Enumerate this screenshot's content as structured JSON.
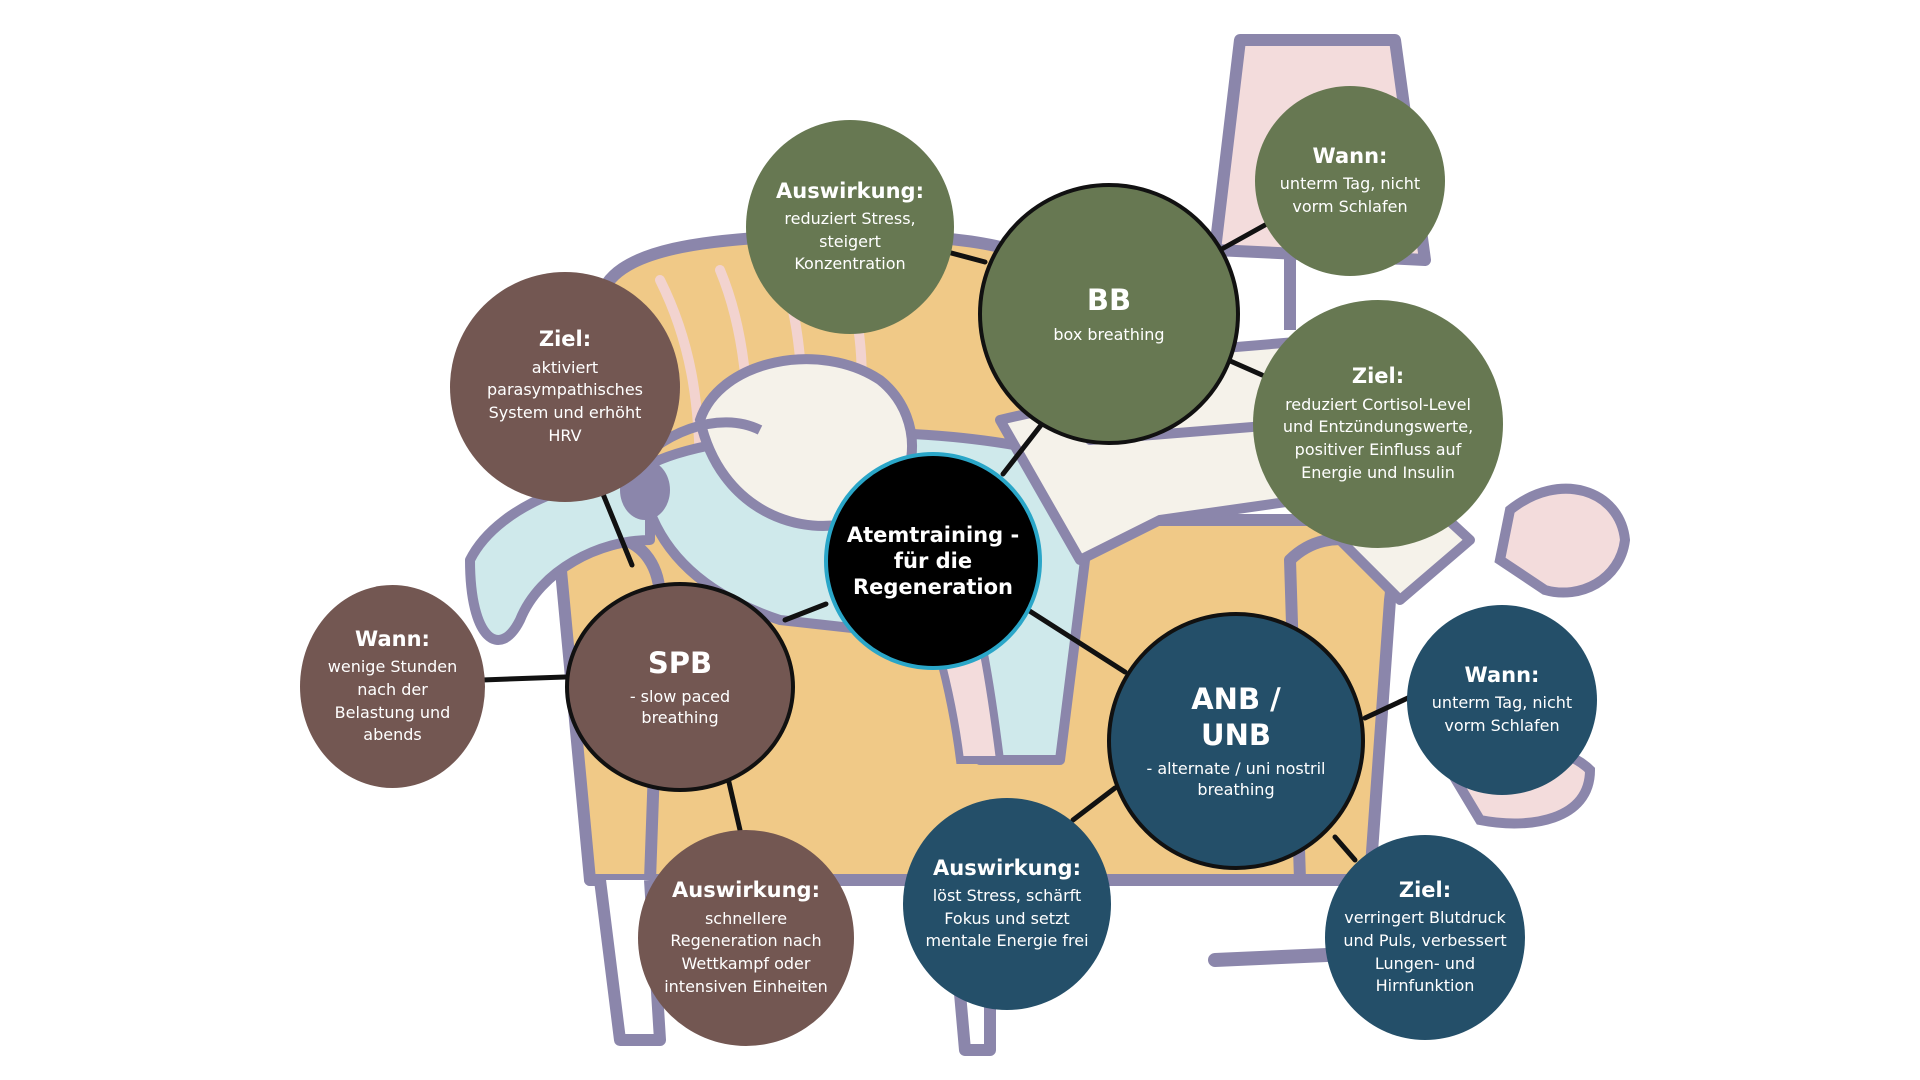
{
  "colors": {
    "green": "#677852",
    "brown": "#735752",
    "blue": "#244f69",
    "center": "#000000",
    "center_ring": "#2aa6c8",
    "connector": "#111111"
  },
  "center": {
    "title": "Atemtraining - für die Regeneration"
  },
  "hubs": {
    "bb": {
      "title": "BB",
      "subtitle": "box breathing"
    },
    "spb": {
      "title": "SPB",
      "subtitle": "- slow paced breathing"
    },
    "anb": {
      "title": "ANB / UNB",
      "subtitle": "- alternate / uni nostril breathing"
    }
  },
  "bb_items": {
    "auswirkung": {
      "title": "Auswirkung:",
      "text": "reduziert Stress, steigert Konzentration"
    },
    "wann": {
      "title": "Wann:",
      "text": "unterm Tag, nicht vorm Schlafen"
    },
    "ziel": {
      "title": "Ziel:",
      "text": "reduziert Cortisol-Level und Entzündungswerte, positiver Einfluss auf Energie und Insulin"
    }
  },
  "spb_items": {
    "ziel": {
      "title": "Ziel:",
      "text": "aktiviert parasympathisches System und erhöht HRV"
    },
    "wann": {
      "title": "Wann:",
      "text": "wenige Stunden nach der Belastung und abends"
    },
    "auswirkung": {
      "title": "Auswirkung:",
      "text": "schnellere Regeneration nach Wettkampf oder intensiven Einheiten"
    }
  },
  "anb_items": {
    "wann": {
      "title": "Wann:",
      "text": "unterm Tag, nicht vorm Schlafen"
    },
    "auswirkung": {
      "title": "Auswirkung:",
      "text": "löst Stress, schärft Fokus und setzt mentale Energie frei"
    },
    "ziel": {
      "title": "Ziel:",
      "text": "verringert Blutdruck und Puls, verbessert Lungen- und Hirnfunktion"
    }
  }
}
